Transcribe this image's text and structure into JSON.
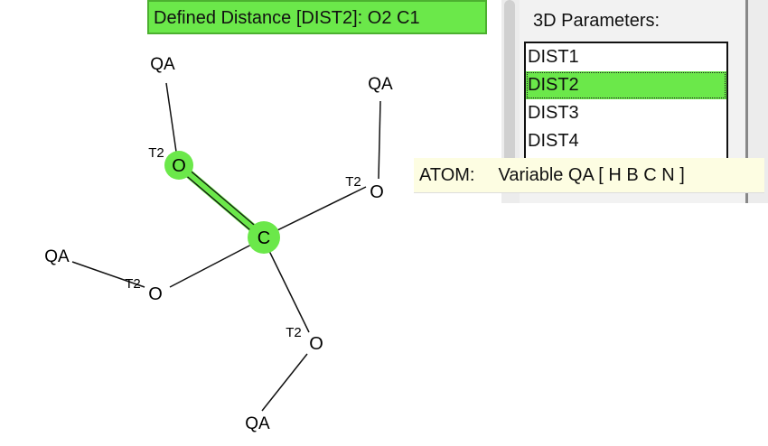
{
  "status_bar": {
    "text": "Defined Distance [DIST2]: O2 C1"
  },
  "parameters": {
    "title": "3D Parameters:",
    "items": [
      {
        "label": "DIST1"
      },
      {
        "label": "DIST2",
        "selected": true
      },
      {
        "label": "DIST3"
      },
      {
        "label": "DIST4"
      }
    ]
  },
  "tooltip": {
    "label": "ATOM:",
    "value": "Variable QA [  H B C N ]"
  },
  "molecule": {
    "center": {
      "symbol": "C"
    },
    "atoms": [
      {
        "symbol": "O",
        "tag": "T2",
        "substituent": "QA",
        "highlighted": true
      },
      {
        "symbol": "O",
        "tag": "T2",
        "substituent": "QA"
      },
      {
        "symbol": "O",
        "tag": "T2",
        "substituent": "QA"
      },
      {
        "symbol": "O",
        "tag": "T2",
        "substituent": "QA"
      }
    ]
  },
  "colors": {
    "highlight": "#6be84a"
  }
}
